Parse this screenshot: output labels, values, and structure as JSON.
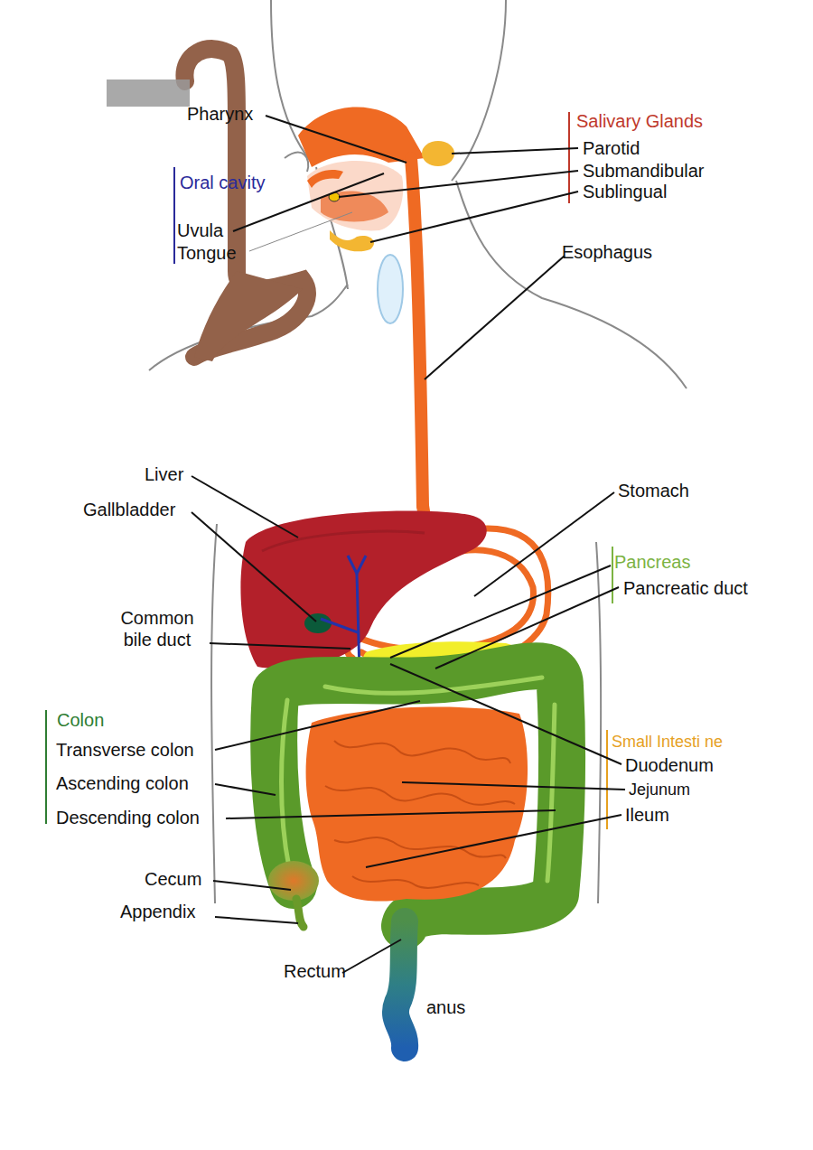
{
  "diagram": {
    "labels": [
      "Pharynx",
      "Salivary Glands",
      "Parotid",
      "Submandibular",
      "Sublingual",
      "Oral cavity",
      "Uvula",
      "Tongue",
      "Esophagus",
      "Liver",
      "Gallbladder",
      "Stomach",
      "Pancreas",
      "Pancreatic duct",
      "Common bile duct",
      "Colon",
      "Transverse colon",
      "Ascending colon",
      "Descending colon",
      "Small Intesti ne",
      "Duodenum",
      "Jejunum",
      "Ileum",
      "Cecum",
      "Appendix",
      "Rectum",
      "anus"
    ]
  }
}
